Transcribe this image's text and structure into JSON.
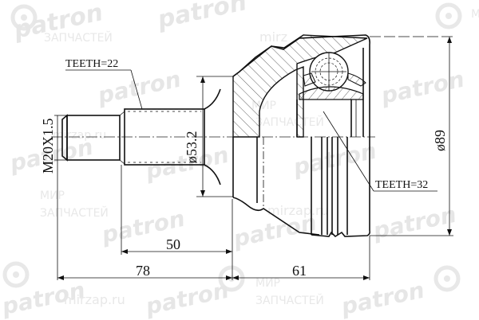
{
  "drawing": {
    "title": "CV joint outer (drive shaft joint) technical drawing",
    "callouts": {
      "teeth_shaft": "TEETH=22",
      "teeth_inner": "TEETH=32"
    },
    "dimensions": {
      "thread": "M20X1.5",
      "spline_diameter": "ø53.2",
      "outer_diameter": "ø89",
      "shaft_length": "50",
      "stub_length": "78",
      "body_length": "61"
    }
  },
  "watermarks": {
    "brand": "patron",
    "shop_line1": "МИР",
    "shop_line2": "ЗАПЧАСТЕЙ",
    "site": "mirzap.ru",
    "site_short": "mirz"
  },
  "colors": {
    "line": "#111111",
    "watermark": "#e6e6e6",
    "background": "#ffffff"
  }
}
